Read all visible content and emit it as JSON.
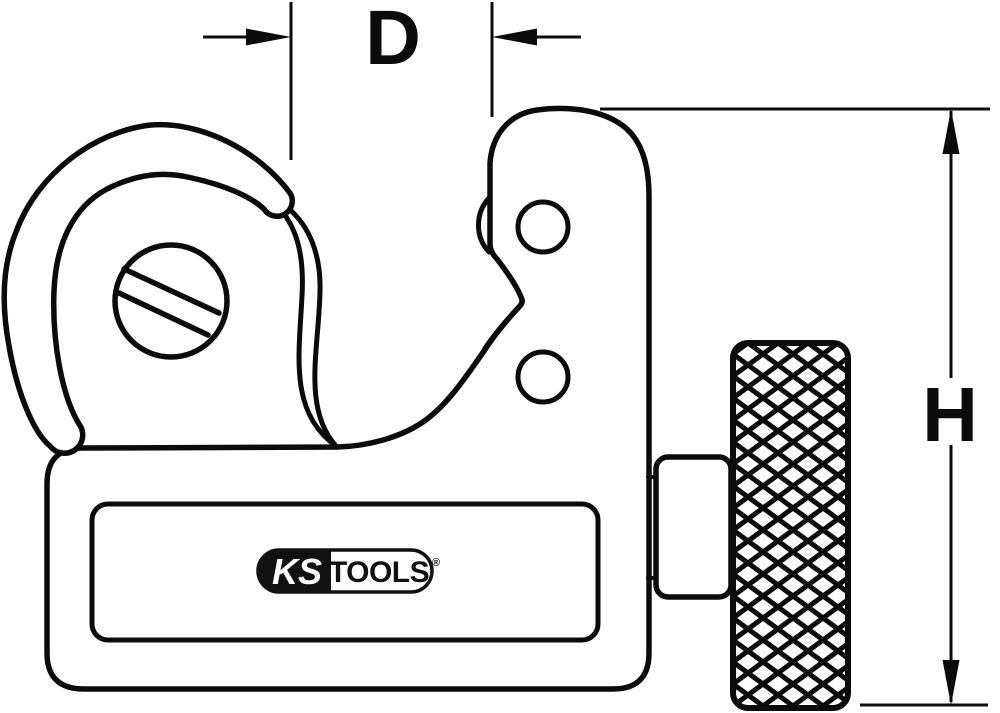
{
  "page": {
    "background": "#ffffff"
  },
  "drawing": {
    "type": "technical-line-drawing",
    "subject": "mini tube cutter with knurled adjusting knob",
    "line_color": "#0b0b0b",
    "dimensions": {
      "width_label": "D",
      "height_label": "H"
    },
    "logo": {
      "ks": "KS",
      "tools": "TOOLS",
      "registered": "®",
      "badge_black": "#111111",
      "badge_white": "#ffffff"
    }
  }
}
